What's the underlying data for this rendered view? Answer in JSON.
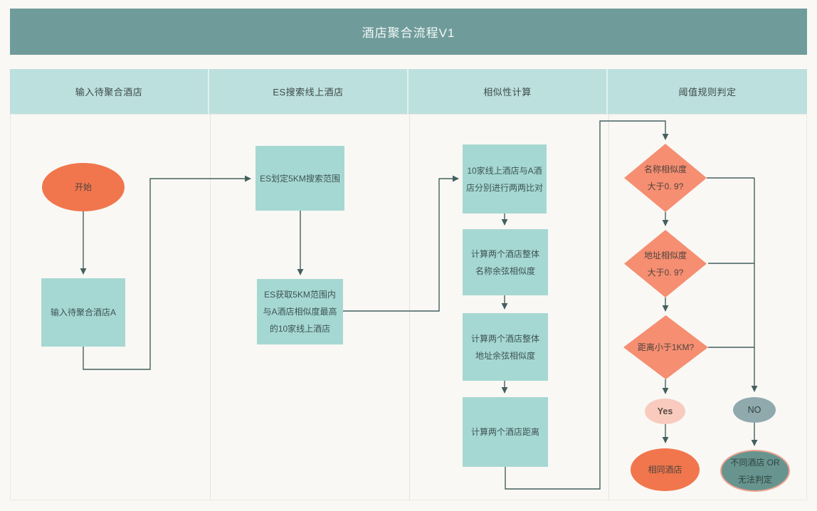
{
  "title": "酒店聚合流程V1",
  "lanes": [
    {
      "label": "输入待聚合酒店"
    },
    {
      "label": "ES搜索线上酒店"
    },
    {
      "label": "相似性计算"
    },
    {
      "label": "阈值规则判定"
    }
  ],
  "nodes": {
    "start": "开始",
    "input_hotel": "输入待聚合酒店A",
    "es_range": "ES划定5KM搜索范围",
    "es_fetch": "ES获取5KM范围内\n与A酒店相似度最高\n的10家线上酒店",
    "pairwise": "10家线上酒店与A酒\n店分别进行两两比对",
    "name_cosine": "计算两个酒店整体\n名称余弦相似度",
    "addr_cosine": "计算两个酒店整体\n地址余弦相似度",
    "distance": "计算两个酒店距离",
    "name_check": "名称相似度\n大于0. 9?",
    "addr_check": "地址相似度\n大于0. 9?",
    "dist_check": "距离小于1KM?",
    "yes": "Yes",
    "no": "NO",
    "same_hotel": "相同酒店",
    "diff_hotel": "不同酒店 OR\n无法判定"
  },
  "colors": {
    "title_bar": "#6F9C9B",
    "lane_header": "#BCE0DD",
    "process_fill": "#A6D8D3",
    "start_fill": "#F1764D",
    "decision_fill": "#F68E72",
    "yes_fill": "#F8CBBE",
    "no_fill": "#8FA9AD",
    "reject_fill": "#68948F",
    "reject_border": "#EDA28F",
    "connector": "#44605E"
  }
}
